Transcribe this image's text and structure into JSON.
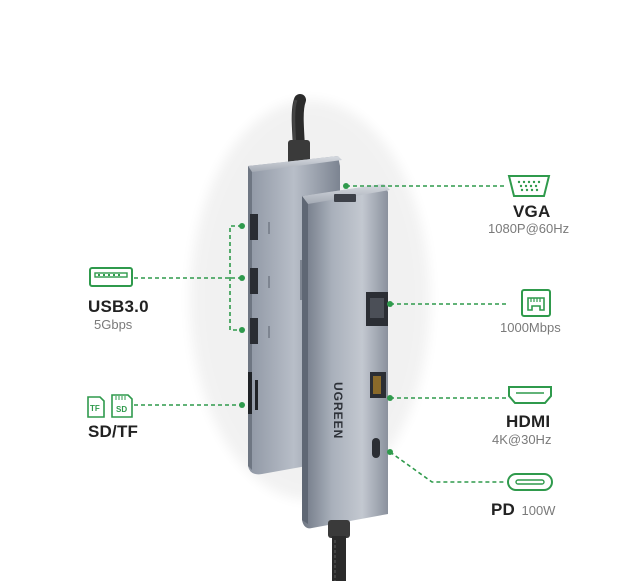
{
  "brand": "UGREEN",
  "accent_color": "#2f9a4c",
  "ports": {
    "vga": {
      "title": "VGA",
      "sub": "1080P@60Hz",
      "icon": "vga-port-icon"
    },
    "ethernet": {
      "title": "",
      "sub": "1000Mbps",
      "icon": "ethernet-port-icon"
    },
    "hdmi": {
      "title": "HDMI",
      "sub": "4K@30Hz",
      "icon": "hdmi-port-icon"
    },
    "pd": {
      "title": "PD",
      "sub": "100W",
      "icon": "usb-c-port-icon"
    },
    "usb": {
      "title": "USB3.0",
      "sub": "5Gbps",
      "icon": "usb-a-port-icon"
    },
    "sd": {
      "title": "SD/TF",
      "tf_label": "TF",
      "sd_label": "SD",
      "icon": "sd-tf-card-icon"
    }
  }
}
